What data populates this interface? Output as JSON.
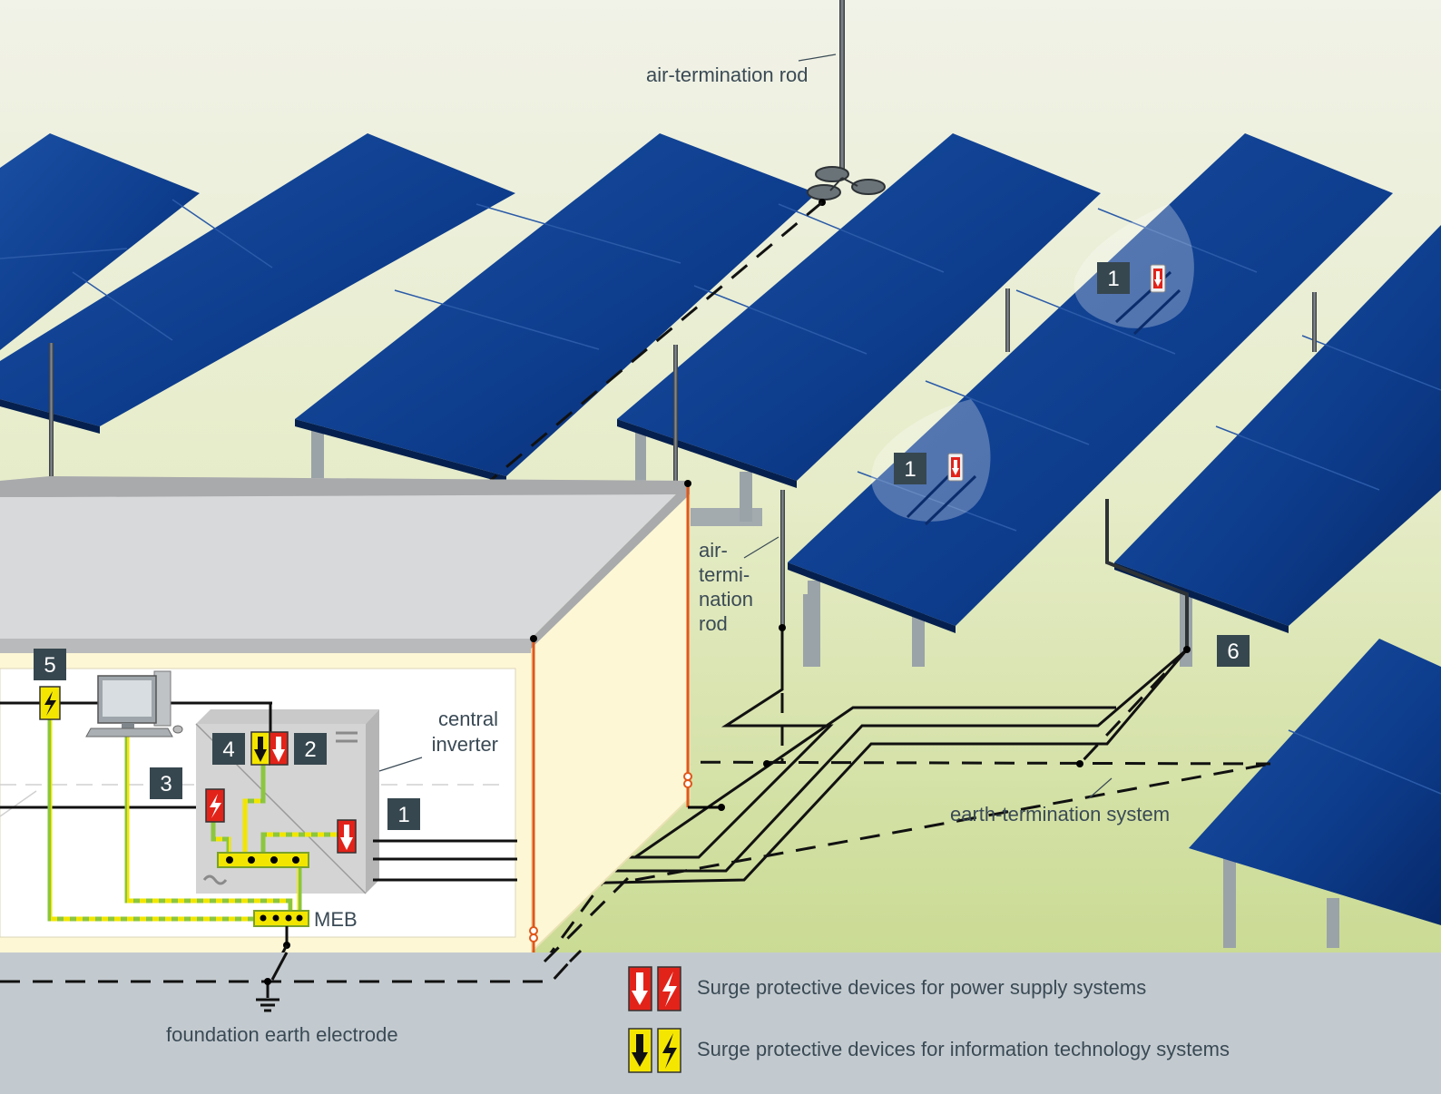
{
  "labels": {
    "air_termination_rod_top": "air-termination rod",
    "air_termination_rod_side": [
      "air-",
      "termi-",
      "nation",
      "rod"
    ],
    "central_inverter": [
      "central",
      "inverter"
    ],
    "earth_termination_system": "earth-termination system",
    "foundation_earth_electrode": "foundation earth electrode",
    "meb": "MEB"
  },
  "badges": {
    "module_top": "1",
    "module_mid": "1",
    "inverter_dc": "1",
    "inverter_ac": "2",
    "inverter_monitoring": "3",
    "data_interface": "4",
    "it_line": "5",
    "earthing_point": "6"
  },
  "legend": {
    "power_spd": "Surge protective devices for power supply systems",
    "it_spd": "Surge protective devices for information technology systems"
  },
  "colors": {
    "panel": "#0e3d8a",
    "panel_dark": "#072a66",
    "badge": "#37474f",
    "power_spd": "#e2231a",
    "it_spd": "#f5e600",
    "ground_bottom": "#c5d88a",
    "legend_band": "#c3cacf",
    "down_conductor": "#e0571a"
  },
  "icons": [
    "surge-arrow-icon",
    "lightning-bolt-icon",
    "computer-icon",
    "earth-symbol-icon",
    "air-termination-rod-icon"
  ]
}
